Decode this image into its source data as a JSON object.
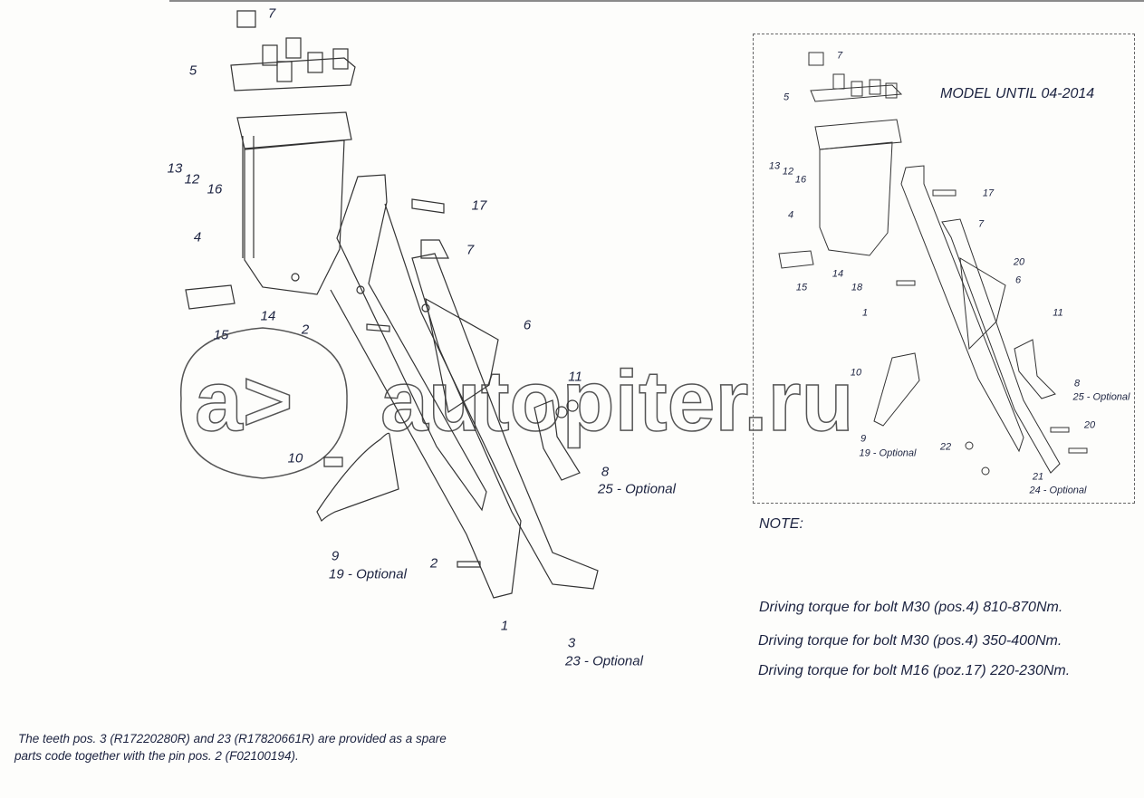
{
  "main_labels": [
    "7",
    "5",
    "13",
    "12",
    "16",
    "4",
    "15",
    "14",
    "2",
    "17",
    "7",
    "6",
    "11",
    "10",
    "8",
    "25 - Optional",
    "9",
    "19 - Optional",
    "2",
    "1",
    "3",
    "23 - Optional"
  ],
  "inset": {
    "title": "MODEL UNTIL 04-2014",
    "labels": [
      "7",
      "5",
      "13",
      "12",
      "16",
      "4",
      "15",
      "14",
      "18",
      "1",
      "17",
      "7",
      "20",
      "6",
      "11",
      "10",
      "8",
      "25 - Optional",
      "9",
      "19 - Optional",
      "20",
      "22",
      "21",
      "24 - Optional"
    ]
  },
  "notes": {
    "heading": "NOTE:",
    "lines": [
      "Driving torque for bolt M30 (pos.4) 810-870Nm.",
      "Driving torque for bolt M30 (pos.4) 350-400Nm.",
      "Driving torque for bolt M16 (poz.17) 220-230Nm."
    ]
  },
  "footnote": {
    "line1": "The teeth pos. 3 (R17220280R) and 23 (R17820661R) are provided as a spare",
    "line2": "parts code together with the pin pos. 2 (F02100194)."
  },
  "watermark": "autopiter.ru",
  "colors": {
    "ink": "#1c2340",
    "line": "#333333",
    "watermark": "#555555"
  }
}
